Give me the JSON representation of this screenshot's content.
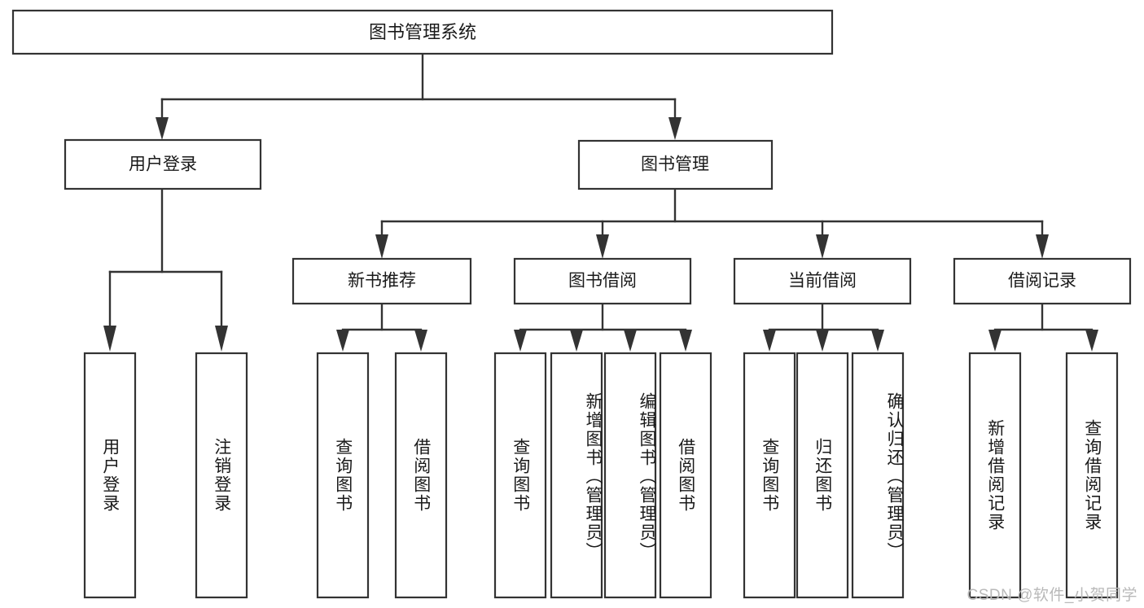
{
  "diagram": {
    "type": "hierarchy-tree",
    "title_node": {
      "label": "图书管理系统"
    },
    "level2": [
      {
        "label": "用户登录"
      },
      {
        "label": "图书管理"
      }
    ],
    "level3": [
      {
        "label": "新书推荐"
      },
      {
        "label": "图书借阅"
      },
      {
        "label": "当前借阅"
      },
      {
        "label": "借阅记录"
      }
    ],
    "leaves": {
      "user_login": [
        {
          "label": "用户登录"
        },
        {
          "label": "注销登录"
        }
      ],
      "new_book_recommend": [
        {
          "label": "查询图书"
        },
        {
          "label": "借阅图书"
        }
      ],
      "book_borrow": [
        {
          "label": "查询图书"
        },
        {
          "label": "新增图书（管理员）"
        },
        {
          "label": "编辑图书（管理员）"
        },
        {
          "label": "借阅图书"
        }
      ],
      "current_borrow": [
        {
          "label": "查询图书"
        },
        {
          "label": "归还图书"
        },
        {
          "label": "确认归还（管理员）"
        }
      ],
      "borrow_record": [
        {
          "label": "新增借阅记录"
        },
        {
          "label": "查询借阅记录"
        }
      ]
    }
  },
  "watermark": {
    "text": "CSDN @软件_小贺同学"
  },
  "colors": {
    "box_stroke": "#333333",
    "box_fill": "#ffffff",
    "text": "#1a1a1a",
    "watermark": "#b9b9b9",
    "background": "#ffffff"
  }
}
